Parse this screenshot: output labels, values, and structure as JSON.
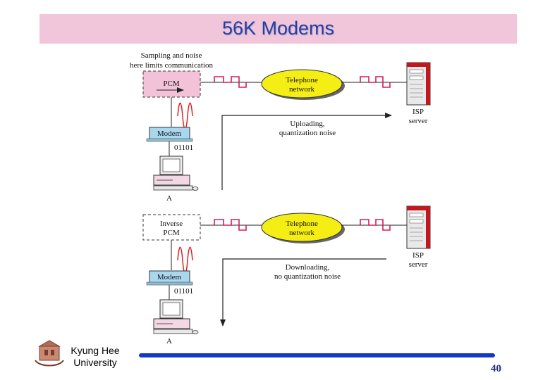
{
  "slide": {
    "title": "56K Modems",
    "page_number": "40"
  },
  "footer": {
    "university_line1": "Kyung Hee",
    "university_line2": "University"
  },
  "upload_panel": {
    "annotation_line1": "Sampling and noise",
    "annotation_line2": "here limits communication",
    "pcm_label": "PCM",
    "modem_label": "Modem",
    "bits": "01101",
    "station_label": "A",
    "network_line1": "Telephone",
    "network_line2": "network",
    "server_line1": "ISP",
    "server_line2": "server",
    "direction_line1": "Uploading,",
    "direction_line2": "quantization noise"
  },
  "download_panel": {
    "pcm_line1": "Inverse",
    "pcm_line2": "PCM",
    "modem_label": "Modem",
    "bits": "01101",
    "station_label": "A",
    "network_line1": "Telephone",
    "network_line2": "network",
    "server_line1": "ISP",
    "server_line2": "server",
    "direction_line1": "Downloading,",
    "direction_line2": "no quantization noise"
  },
  "colors": {
    "title_band": "#f2c6da",
    "title_text": "#2a3ea0",
    "pcm_box_fill": "#f4c2d8",
    "network_fill": "#f5ee14",
    "modem_fill": "#a9d8ee",
    "signal_wave": "#e02020",
    "digital_signal": "#d81a5a",
    "server_accent": "#c0181e",
    "footer_rule": "#1338c9"
  }
}
